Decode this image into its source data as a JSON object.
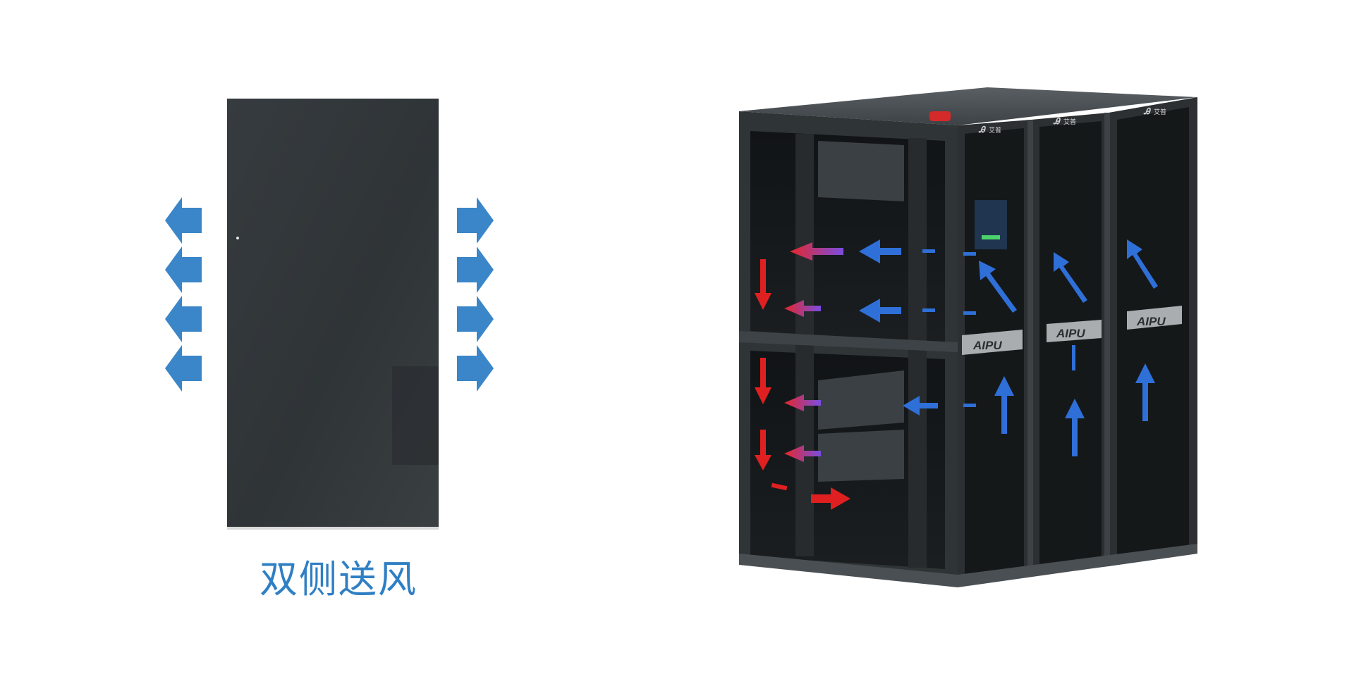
{
  "caption": "双侧送风",
  "brand": {
    "label_text": "AIPU",
    "badge_text": "艾普"
  },
  "colors": {
    "background": "#ffffff",
    "caption_blue": "#2f7fc4",
    "cool_air_blue": "#2f6fd8",
    "side_arrow_blue": "#3a86c8",
    "hot_air_red": "#e02020",
    "cabinet_dark": "#2f3336",
    "cabinet_frame": "#3c4145"
  },
  "icons": {
    "side_arrows": "arrow-icon",
    "airflow": "airflow-arrow-icon",
    "alarm_light": "alarm-light-icon",
    "logo": "aipu-logo-icon"
  }
}
